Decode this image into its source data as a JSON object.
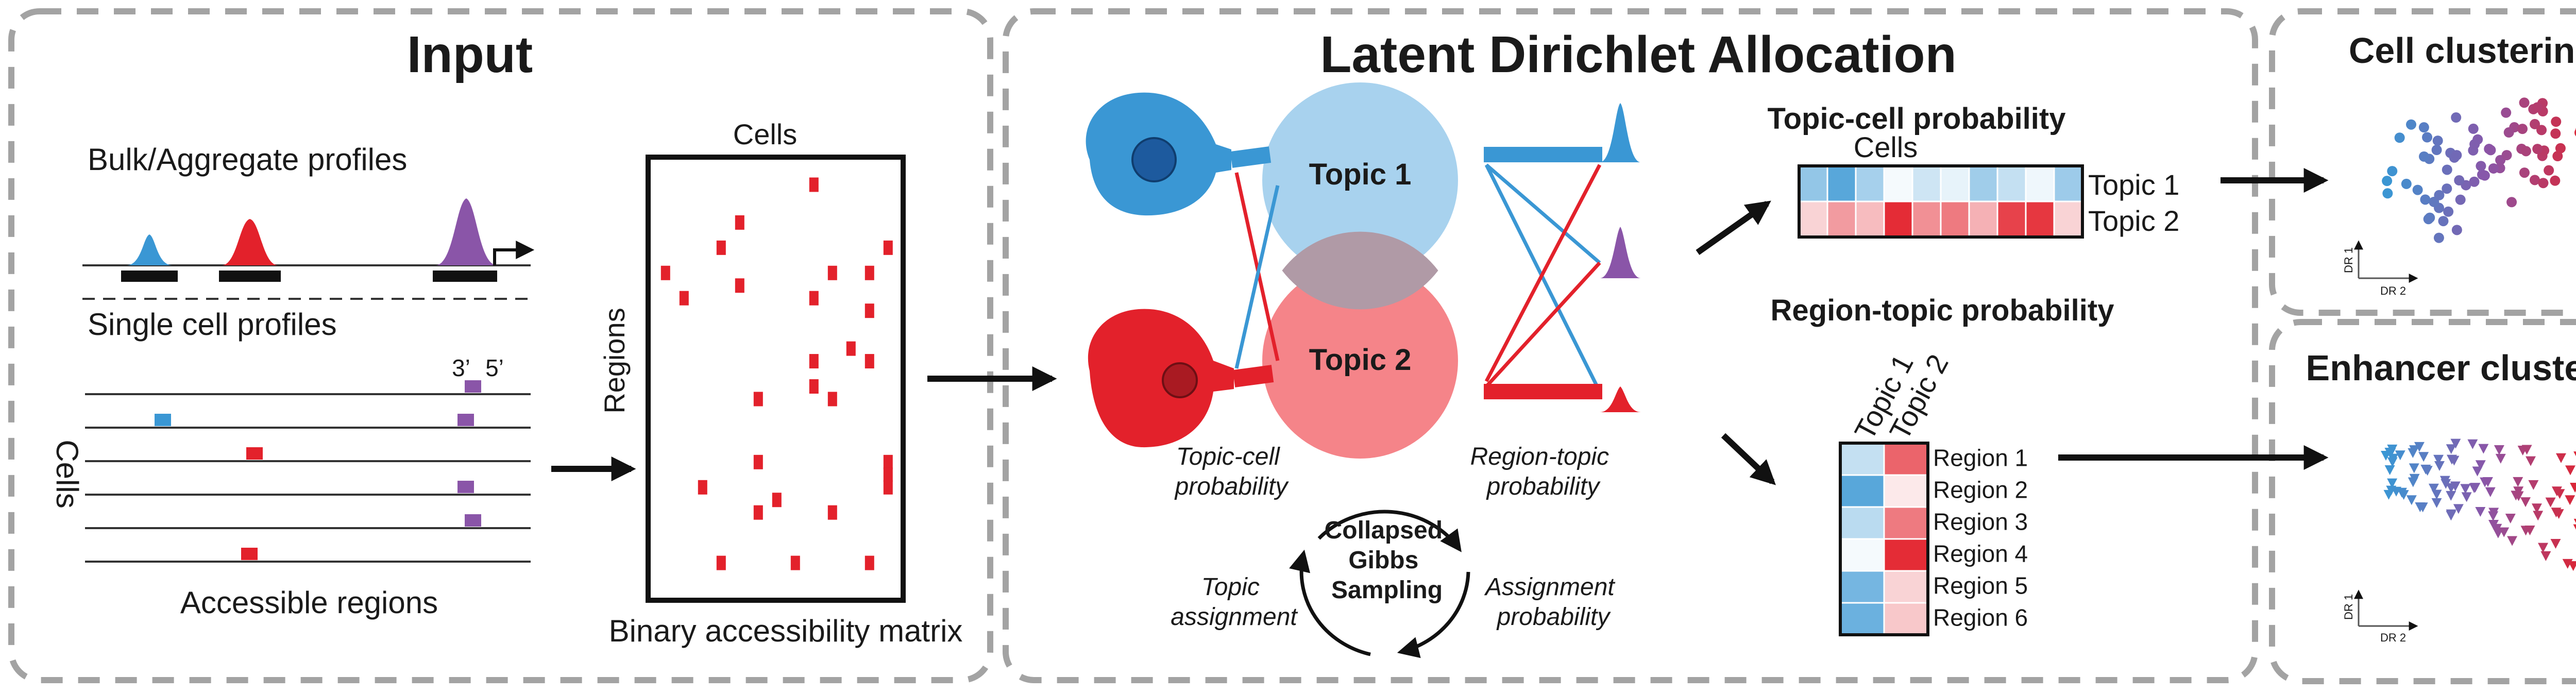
{
  "colors": {
    "blue": "#3a97d4",
    "red": "#e3212b",
    "purple": "#8a55a8",
    "topic1_fill": "#a8d2ee",
    "topic2_fill": "#f58489",
    "overlap": "#b09aa6",
    "panel_border": "#a0a0a0"
  },
  "input": {
    "title": "Input",
    "bulk_label": "Bulk/Aggregate profiles",
    "single_label": "Single cell profiles",
    "prime3": "3’",
    "prime5": "5’",
    "cells_label": "Cells",
    "accessible_label": "Accessible regions",
    "matrix_cells_label": "Cells",
    "matrix_regions_label": "Regions",
    "matrix_caption": "Binary accessibility matrix",
    "matrix_fill_fraction": 0.06
  },
  "lda": {
    "title": "Latent Dirichlet Allocation",
    "topic1": "Topic 1",
    "topic2": "Topic 2",
    "topic_cell_italic": [
      "Topic-cell",
      "probability"
    ],
    "region_topic_italic": [
      "Region-topic",
      "probability"
    ],
    "gibbs": [
      "Collapsed",
      "Gibbs",
      "Sampling"
    ],
    "topic_assignment": [
      "Topic",
      "assignment"
    ],
    "assignment_probability": [
      "Assignment",
      "probability"
    ]
  },
  "topic_cell": {
    "title": "Topic-cell probability",
    "cells_label": "Cells",
    "row_labels": [
      "Topic 1",
      "Topic 2"
    ],
    "topic1_values": [
      0.55,
      0.85,
      0.45,
      0.05,
      0.25,
      0.12,
      0.48,
      0.3,
      0.08,
      0.5
    ],
    "topic2_values": [
      0.2,
      0.45,
      0.3,
      0.95,
      0.5,
      0.6,
      0.35,
      0.85,
      0.9,
      0.2
    ]
  },
  "region_topic": {
    "title": "Region-topic probability",
    "col_labels": [
      "Topic 1",
      "Topic 2"
    ],
    "rows": [
      {
        "label": "Region 1",
        "topic1": 0.3,
        "topic2": 0.7
      },
      {
        "label": "Region 2",
        "topic1": 0.85,
        "topic2": 0.1
      },
      {
        "label": "Region 3",
        "topic1": 0.35,
        "topic2": 0.6
      },
      {
        "label": "Region 4",
        "topic1": 0.05,
        "topic2": 0.95
      },
      {
        "label": "Region 5",
        "topic1": 0.7,
        "topic2": 0.2
      },
      {
        "label": "Region 6",
        "topic1": 0.75,
        "topic2": 0.25
      }
    ]
  },
  "cell_clustering": {
    "title": "Cell clustering",
    "dr1": "DR 1",
    "dr2": "DR 2"
  },
  "enhancer_clustering": {
    "title": "Enhancer clustering",
    "dr1": "DR 1",
    "dr2": "DR 2"
  }
}
